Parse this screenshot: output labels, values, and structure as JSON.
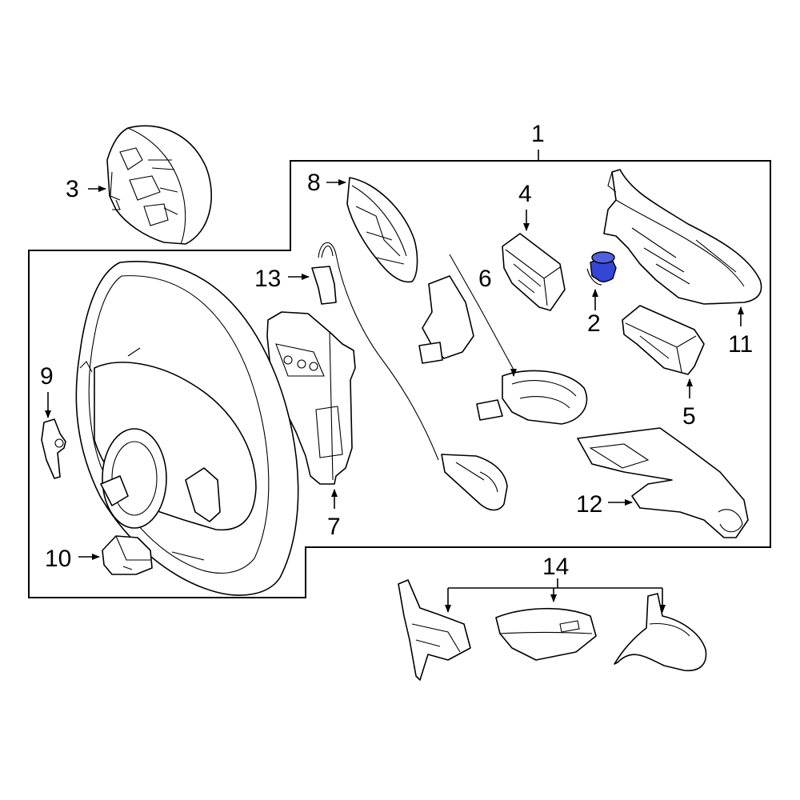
{
  "labels": {
    "c1": "1",
    "c2": "2",
    "c3": "3",
    "c4": "4",
    "c5": "5",
    "c6": "6",
    "c7": "7",
    "c8": "8",
    "c9": "9",
    "c10": "10",
    "c11": "11",
    "c12": "12",
    "c13": "13",
    "c14": "14"
  },
  "colors": {
    "line": "#000000",
    "background": "#ffffff",
    "highlight": "#3346d6"
  },
  "highlighted_part": "2"
}
